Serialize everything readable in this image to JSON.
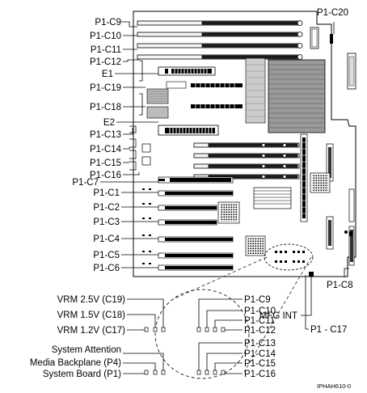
{
  "labels": {
    "top_left": [
      "P1-C9",
      "P1-C10",
      "P1-C11",
      "P1-C12",
      "E1",
      "P1-C19",
      "P1-C18",
      "E2",
      "P1-C13",
      "P1-C14",
      "P1-C15",
      "P1-C16"
    ],
    "p1_c7": "P1-C7",
    "p1_c20": "P1-C20",
    "pci_slots": [
      "P1-C1",
      "P1-C2",
      "P1-C3",
      "P1-C4",
      "P1-C5",
      "P1-C6"
    ],
    "p1_c8": "P1-C8",
    "mfg_int": "MFG INT",
    "p1_c17": "P1 - C17",
    "detail_left": [
      "VRM 2.5V (C19)",
      "VRM 1.5V (C18)",
      "VRM 1.2V (C17)"
    ],
    "system_attention": "System Attention",
    "media_backplane": "Media Backplane (P4)",
    "system_board": "System Board (P1)",
    "detail_right_top": [
      "P1-C9",
      "P1-C10",
      "P1-C11",
      "P1-C12"
    ],
    "detail_right_bottom": [
      "P1-C13",
      "P1-C14",
      "P1-C15",
      "P1-C16"
    ],
    "figure_code": "IPHAH610-0"
  }
}
